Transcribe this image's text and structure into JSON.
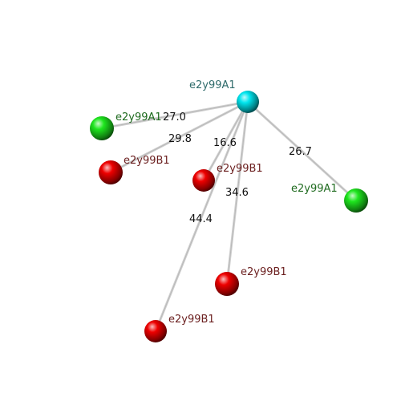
{
  "scene": {
    "background": "#ffffff",
    "edge_color": "#b8b8b8",
    "center_node": {
      "label": "e2y99A1",
      "color": "#00e5ee",
      "label_color": "#2f6b6b"
    },
    "nodes": [
      {
        "id": "n1",
        "label": "e2y99A1",
        "color": "#1ee61e",
        "label_color": "#1f6b1f",
        "edge_label": "27.0"
      },
      {
        "id": "n2",
        "label": "e2y99B1",
        "color": "#ee0000",
        "label_color": "#6b1f1f",
        "edge_label": "29.8"
      },
      {
        "id": "n3",
        "label": "e2y99B1",
        "color": "#ee0000",
        "label_color": "#6b1f1f",
        "edge_label": "16.6"
      },
      {
        "id": "n4",
        "label": "e2y99A1",
        "color": "#1ee61e",
        "label_color": "#1f6b1f",
        "edge_label": "26.7"
      },
      {
        "id": "n5",
        "label": "e2y99B1",
        "color": "#ee0000",
        "label_color": "#6b1f1f",
        "edge_label": "34.6"
      },
      {
        "id": "n6",
        "label": "e2y99B1",
        "color": "#ee0000",
        "label_color": "#6b1f1f",
        "edge_label": "44.4"
      }
    ]
  }
}
